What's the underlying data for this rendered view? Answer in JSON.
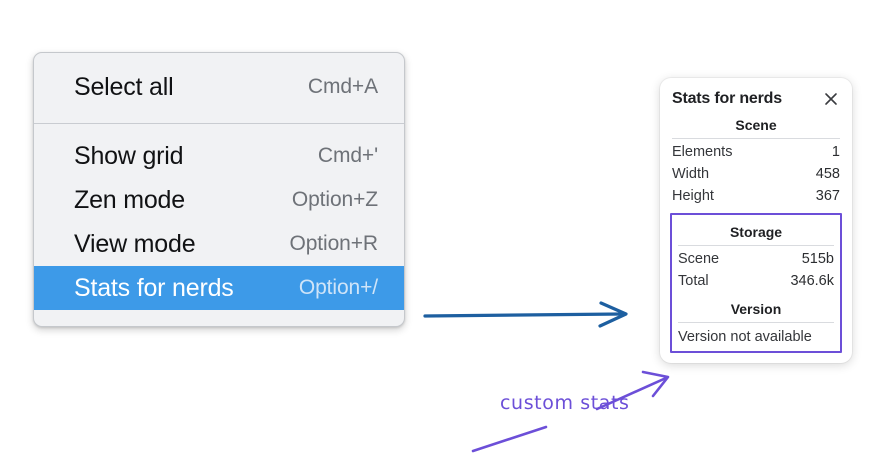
{
  "context_menu": {
    "groups": [
      {
        "items": [
          {
            "label": "Select all",
            "shortcut": "Cmd+A",
            "selected": false
          }
        ]
      },
      {
        "items": [
          {
            "label": "Show grid",
            "shortcut": "Cmd+'",
            "selected": false
          },
          {
            "label": "Zen mode",
            "shortcut": "Option+Z",
            "selected": false
          },
          {
            "label": "View mode",
            "shortcut": "Option+R",
            "selected": false
          },
          {
            "label": "Stats for nerds",
            "shortcut": "Option+/",
            "selected": true
          }
        ]
      }
    ],
    "highlight_color": "#3d9ae8"
  },
  "stats_panel": {
    "title": "Stats for nerds",
    "close_icon": "close-icon",
    "scene": {
      "heading": "Scene",
      "rows": [
        {
          "label": "Elements",
          "value": "1"
        },
        {
          "label": "Width",
          "value": "458"
        },
        {
          "label": "Height",
          "value": "367"
        }
      ]
    },
    "storage": {
      "heading": "Storage",
      "rows": [
        {
          "label": "Scene",
          "value": "515b"
        },
        {
          "label": "Total",
          "value": "346.6k"
        }
      ]
    },
    "version": {
      "heading": "Version",
      "text": "Version not available"
    },
    "highlight_box_color": "#6c4fd8"
  },
  "annotations": {
    "label": "custom stats",
    "label_color": "#6c4fd8",
    "blue_arrow_color": "#1d5fa0"
  }
}
